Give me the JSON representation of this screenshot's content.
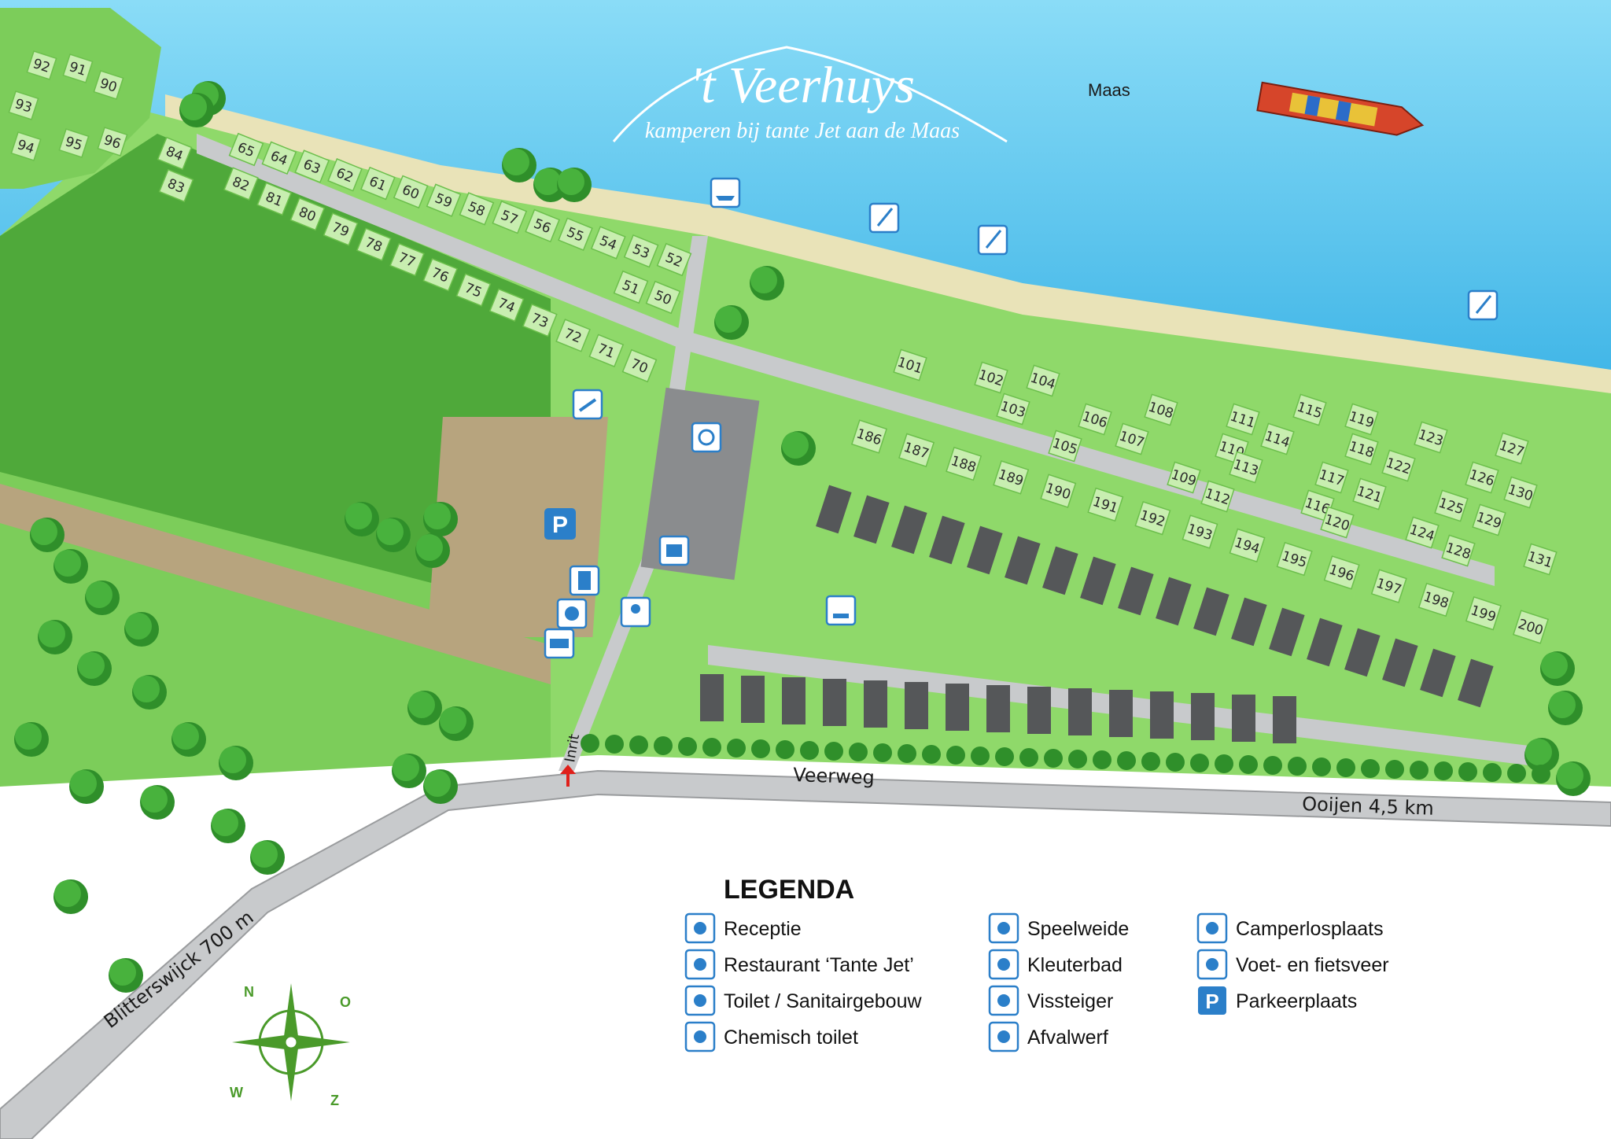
{
  "brand": {
    "title": "'t Veerhuys",
    "subtitle": "kamperen bij tante Jet aan de Maas"
  },
  "river": {
    "label": "Maas"
  },
  "roads": {
    "veerweg": "Veerweg",
    "ooijen": "Ooijen 4,5 km",
    "blitterswijck": "Blitterswijck 700 m",
    "inrit": "Inrit"
  },
  "pitches": {
    "top_row": [
      "65",
      "64",
      "63",
      "62",
      "61",
      "60",
      "59",
      "58",
      "57",
      "56",
      "55",
      "54",
      "53",
      "52"
    ],
    "second_row": [
      "84",
      "83",
      "82",
      "81",
      "80",
      "79",
      "78",
      "77",
      "76",
      "75",
      "74",
      "73",
      "72",
      "71",
      "70",
      "51",
      "50"
    ],
    "island": [
      "92",
      "91",
      "90",
      "93",
      "94",
      "95",
      "96"
    ],
    "east_upper": [
      "101",
      "102",
      "104",
      "103",
      "106",
      "105",
      "107",
      "108",
      "111",
      "114",
      "110",
      "113",
      "109",
      "112",
      "115",
      "119",
      "118",
      "117",
      "116",
      "120",
      "121",
      "122",
      "123",
      "127",
      "126",
      "125",
      "124",
      "128",
      "129",
      "130",
      "131"
    ],
    "east_lower": [
      "186",
      "187",
      "188",
      "189",
      "190",
      "191",
      "192",
      "193",
      "194",
      "195",
      "196",
      "197",
      "198",
      "199",
      "200"
    ]
  },
  "legend": {
    "title": "LEGENDA",
    "items": [
      {
        "icon": "reception-icon",
        "label": "Receptie"
      },
      {
        "icon": "restaurant-icon",
        "label": "Restaurant ‘Tante Jet’"
      },
      {
        "icon": "toilet-building-icon",
        "label": "Toilet / Sanitairgebouw"
      },
      {
        "icon": "chemical-toilet-icon",
        "label": "Chemisch toilet"
      },
      {
        "icon": "playground-icon",
        "label": "Speelweide"
      },
      {
        "icon": "paddling-pool-icon",
        "label": "Kleuterbad"
      },
      {
        "icon": "fishing-icon",
        "label": "Vissteiger"
      },
      {
        "icon": "recycling-icon",
        "label": "Afvalwerf"
      },
      {
        "icon": "camper-service-icon",
        "label": "Camperlosplaats"
      },
      {
        "icon": "ferry-icon",
        "label": "Voet- en fietsveer"
      },
      {
        "icon": "parking-icon",
        "label": "Parkeerplaats"
      }
    ]
  },
  "compass": {
    "n": "N",
    "o": "O",
    "z": "Z",
    "w": "W"
  },
  "colors": {
    "water": "#6fcff0",
    "grass": "#8fd96a",
    "dark_grass": "#4fa93a",
    "road": "#c8cacc",
    "sand": "#e9e3b8",
    "icon_blue": "#2b7fc9"
  }
}
